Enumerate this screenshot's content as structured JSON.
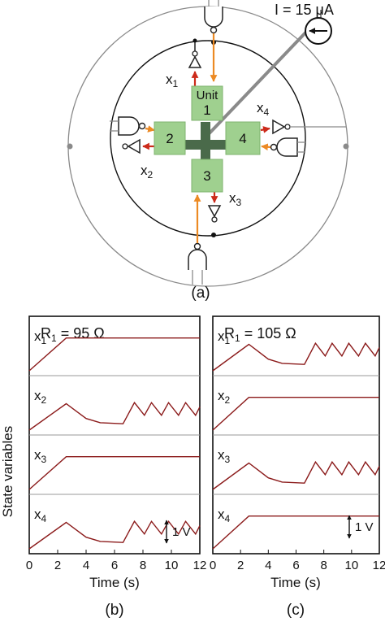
{
  "diagram": {
    "current_label": "I = 15 μA",
    "unit_label": "Unit",
    "units": [
      "1",
      "2",
      "3",
      "4"
    ],
    "variables": {
      "x1": {
        "base": "x",
        "sub": "1"
      },
      "x2": {
        "base": "x",
        "sub": "2"
      },
      "x3": {
        "base": "x",
        "sub": "3"
      },
      "x4": {
        "base": "x",
        "sub": "4"
      }
    },
    "caption": "(a)"
  },
  "colors": {
    "unit_fill": "#9fd08f",
    "trace": "#8b1a1a",
    "input_arrow": "#ec8a24",
    "output_arrow": "#cc2a1a",
    "outer_wire": "#8a8a8a"
  },
  "shared_axes": {
    "ylabel": "State variables",
    "xlabel": "Time (s)",
    "xticks": [
      "0",
      "2",
      "4",
      "6",
      "8",
      "10",
      "12"
    ],
    "xlim": [
      0,
      12
    ],
    "scale_label": "1 V"
  },
  "chart_data": [
    {
      "type": "line",
      "panel": "(b)",
      "title_base": "R",
      "title_sub": "1",
      "title_rest": " = 95 Ω",
      "series": [
        {
          "name": "x1",
          "x": [
            0,
            2.6,
            12
          ],
          "y": [
            0,
            1.55,
            1.55
          ]
        },
        {
          "name": "x2",
          "x": [
            0,
            2.6,
            3.2,
            4.0,
            5.0,
            6.6,
            7.4,
            8.1,
            8.6,
            9.3,
            9.8,
            10.5,
            11.0,
            11.7,
            12
          ],
          "y": [
            0,
            1.25,
            0.95,
            0.55,
            0.35,
            0.3,
            1.3,
            0.7,
            1.3,
            0.7,
            1.3,
            0.7,
            1.3,
            0.7,
            1.1
          ]
        },
        {
          "name": "x3",
          "x": [
            0,
            2.6,
            12
          ],
          "y": [
            0,
            1.55,
            1.55
          ]
        },
        {
          "name": "x4",
          "x": [
            0,
            2.6,
            3.2,
            4.0,
            5.0,
            6.6,
            7.4,
            8.1,
            8.6,
            9.3,
            9.8,
            10.5,
            11.0,
            11.7,
            12
          ],
          "y": [
            0,
            1.25,
            0.95,
            0.55,
            0.35,
            0.3,
            1.3,
            0.7,
            1.3,
            0.7,
            1.3,
            0.7,
            1.3,
            0.7,
            1.1
          ]
        }
      ]
    },
    {
      "type": "line",
      "panel": "(c)",
      "title_base": "R",
      "title_sub": "1",
      "title_rest": " = 105 Ω",
      "series": [
        {
          "name": "x1",
          "x": [
            0,
            2.6,
            3.2,
            4.0,
            5.0,
            6.6,
            7.4,
            8.1,
            8.6,
            9.3,
            9.8,
            10.5,
            11.0,
            11.7,
            12
          ],
          "y": [
            0,
            1.25,
            0.95,
            0.55,
            0.35,
            0.3,
            1.3,
            0.7,
            1.3,
            0.7,
            1.3,
            0.7,
            1.3,
            0.7,
            1.1
          ]
        },
        {
          "name": "x2",
          "x": [
            0,
            2.6,
            12
          ],
          "y": [
            0,
            1.55,
            1.55
          ]
        },
        {
          "name": "x3",
          "x": [
            0,
            2.6,
            3.2,
            4.0,
            5.0,
            6.6,
            7.4,
            8.1,
            8.6,
            9.3,
            9.8,
            10.5,
            11.0,
            11.7,
            12
          ],
          "y": [
            0,
            1.25,
            0.95,
            0.55,
            0.35,
            0.3,
            1.3,
            0.7,
            1.3,
            0.7,
            1.3,
            0.7,
            1.3,
            0.7,
            1.1
          ]
        },
        {
          "name": "x4",
          "x": [
            0,
            2.6,
            12
          ],
          "y": [
            0,
            1.55,
            1.55
          ]
        }
      ]
    }
  ]
}
